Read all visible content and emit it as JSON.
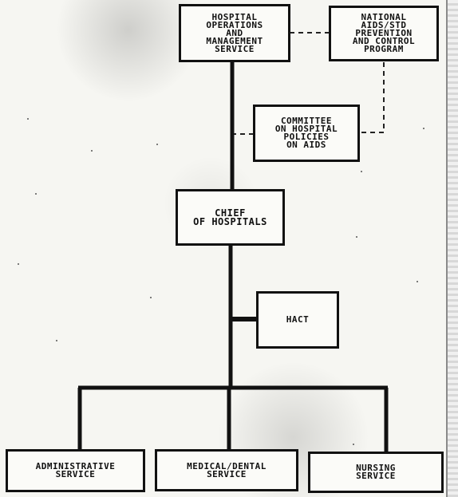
{
  "org_chart": {
    "hospital_operations": "HOSPITAL\nOPERATIONS\nAND\nMANAGEMENT\nSERVICE",
    "national_aids": "NATIONAL\nAIDS/STD\nPREVENTION\nAND CONTROL\nPROGRAM",
    "committee": "COMMITTEE\nON HOSPITAL\nPOLICIES\nON AIDS",
    "chief": "CHIEF\nOF HOSPITALS",
    "hact": "HACT",
    "administrative": "ADMINISTRATIVE\nSERVICE",
    "medical_dental": "MEDICAL/DENTAL\nSERVICE",
    "nursing": "NURSING\nSERVICE"
  }
}
